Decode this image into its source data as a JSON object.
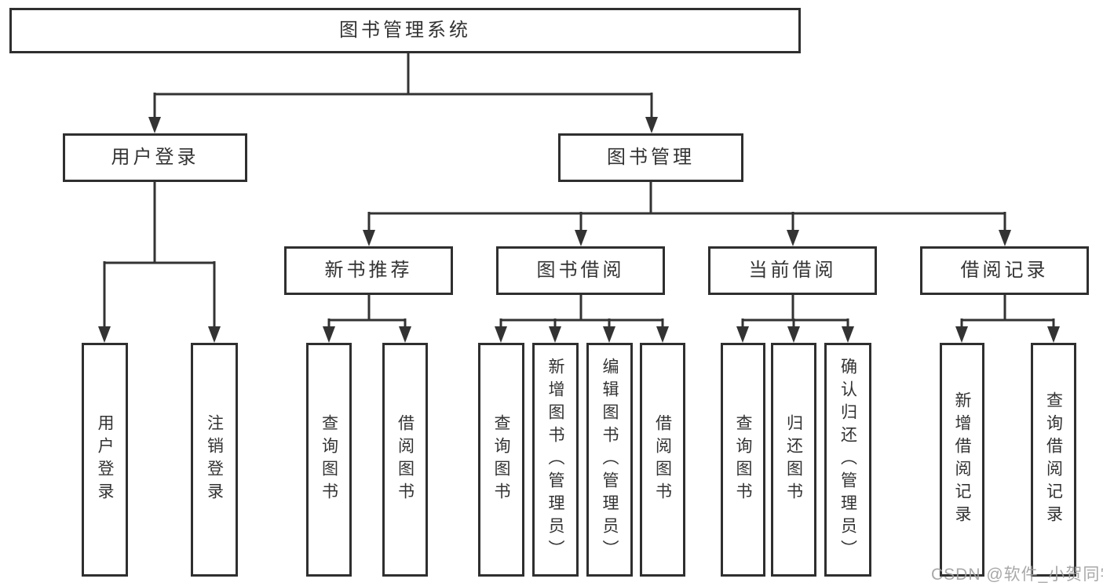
{
  "diagram": {
    "title": "图书管理系统",
    "tree": {
      "label": "图书管理系统",
      "children": [
        {
          "label": "用户登录",
          "children": [
            {
              "label": "用户登录"
            },
            {
              "label": "注销登录"
            }
          ]
        },
        {
          "label": "图书管理",
          "children": [
            {
              "label": "新书推荐",
              "children": [
                {
                  "label": "查询图书"
                },
                {
                  "label": "借阅图书"
                }
              ]
            },
            {
              "label": "图书借阅",
              "children": [
                {
                  "label": "查询图书"
                },
                {
                  "label": "新增图书（管理员）"
                },
                {
                  "label": "编辑图书（管理员）"
                },
                {
                  "label": "借阅图书"
                }
              ]
            },
            {
              "label": "当前借阅",
              "children": [
                {
                  "label": "查询图书"
                },
                {
                  "label": "归还图书"
                },
                {
                  "label": "确认归还（管理员）"
                }
              ]
            },
            {
              "label": "借阅记录",
              "children": [
                {
                  "label": "新增借阅记录"
                },
                {
                  "label": "查询借阅记录"
                }
              ]
            }
          ]
        }
      ]
    }
  },
  "watermark": "CSDN @软件_小贺同学",
  "colors": {
    "line": "#333333",
    "box_border": "#2f2f2f",
    "text": "#333333",
    "watermark": "#9e9e9e",
    "background": "#ffffff"
  }
}
